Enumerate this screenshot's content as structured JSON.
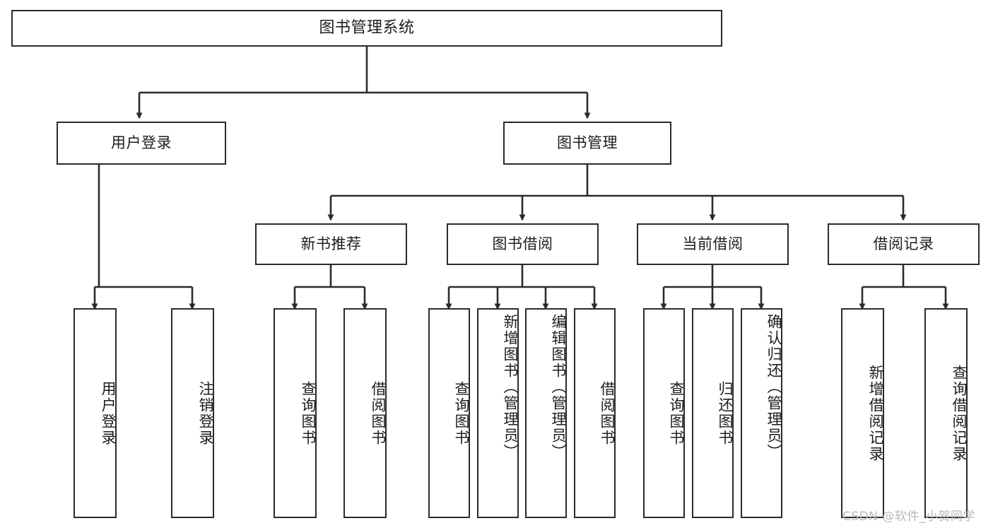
{
  "diagram": {
    "title": "图书管理系统",
    "type": "tree-hierarchy-diagram",
    "colors": {
      "box_stroke": "#2b2b2b",
      "box_fill": "#ffffff",
      "connector": "#2b2b2b",
      "watermark": "#b9b9b9",
      "background": "#ffffff"
    },
    "levels": {
      "level1": [
        "图书管理系统"
      ],
      "level2": [
        "用户登录",
        "图书管理"
      ],
      "level3": [
        "新书推荐",
        "图书借阅",
        "当前借阅",
        "借阅记录"
      ],
      "level4": [
        "用户登录",
        "注销登录",
        "查询图书",
        "借阅图书",
        "查询图书",
        "新增图书（管理员）",
        "编辑图书（管理员）",
        "借阅图书",
        "查询图书",
        "归还图书",
        "确认归还（管理员）",
        "新增借阅记录",
        "查询借阅记录"
      ]
    }
  },
  "nodes": {
    "root": {
      "label": "图书管理系统"
    },
    "user_login": {
      "label": "用户登录"
    },
    "book_manage": {
      "label": "图书管理"
    },
    "new_book_rec": {
      "label": "新书推荐"
    },
    "book_borrow": {
      "label": "图书借阅"
    },
    "current_borrow": {
      "label": "当前借阅"
    },
    "borrow_record": {
      "label": "借阅记录"
    },
    "leaf_user_login": {
      "label": "用户登录"
    },
    "leaf_logout": {
      "label": "注销登录"
    },
    "leaf_query_book_1": {
      "label": "查询图书"
    },
    "leaf_borrow_book_1": {
      "label": "借阅图书"
    },
    "leaf_query_book_2": {
      "label": "查询图书"
    },
    "leaf_add_book": {
      "label": "新增图书（管理员）"
    },
    "leaf_edit_book": {
      "label": "编辑图书（管理员）"
    },
    "leaf_borrow_book_2": {
      "label": "借阅图书"
    },
    "leaf_query_book_3": {
      "label": "查询图书"
    },
    "leaf_return_book": {
      "label": "归还图书"
    },
    "leaf_confirm_return": {
      "label": "确认归还（管理员）"
    },
    "leaf_add_record": {
      "label": "新增借阅记录"
    },
    "leaf_query_record": {
      "label": "查询借阅记录"
    }
  },
  "watermark": {
    "text": "CSDN @软件_小贺同学"
  }
}
